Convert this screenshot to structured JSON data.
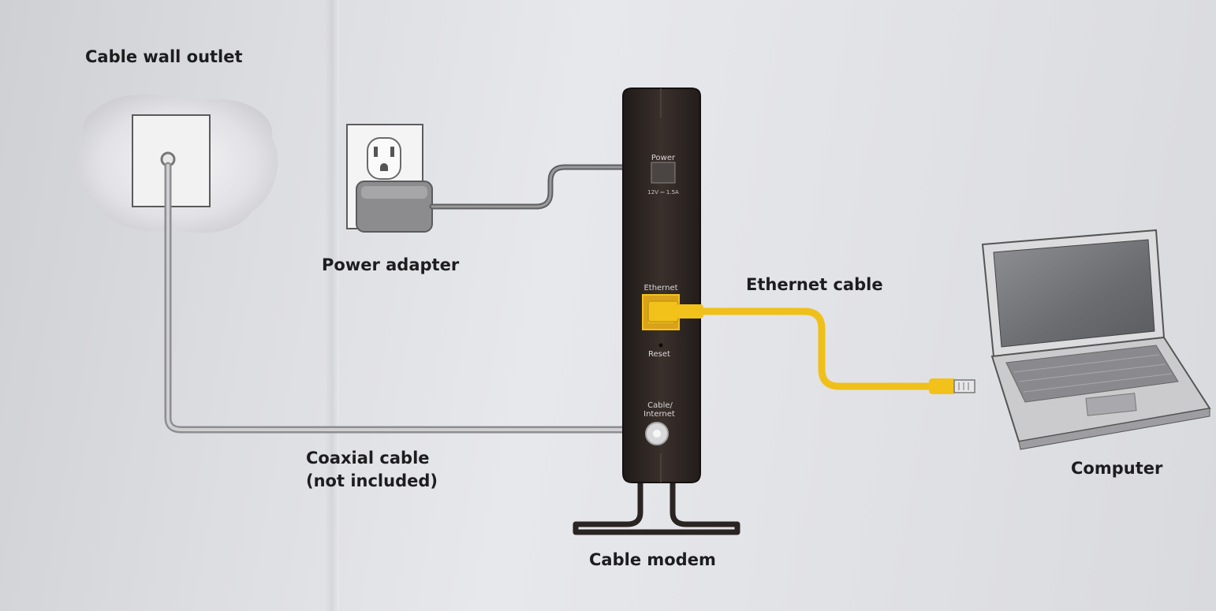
{
  "labels": {
    "wall_outlet": "Cable wall outlet",
    "power_adapter": "Power adapter",
    "ethernet_cable": "Ethernet cable",
    "coaxial_line1": "Coaxial cable",
    "coaxial_line2": "(not included)",
    "computer": "Computer",
    "cable_modem": "Cable modem"
  },
  "modem_ports": {
    "power": "Power",
    "power_rating": "12V ⎓ 1.5A",
    "ethernet": "Ethernet",
    "reset": "Reset",
    "cable_internet_line1": "Cable/",
    "cable_internet_line2": "Internet"
  },
  "colors": {
    "ethernet_cable": "#f2c21b",
    "modem_body": "#2b2422",
    "coax_cable": "#a9a9ac",
    "power_cord": "#6a6a6c"
  }
}
